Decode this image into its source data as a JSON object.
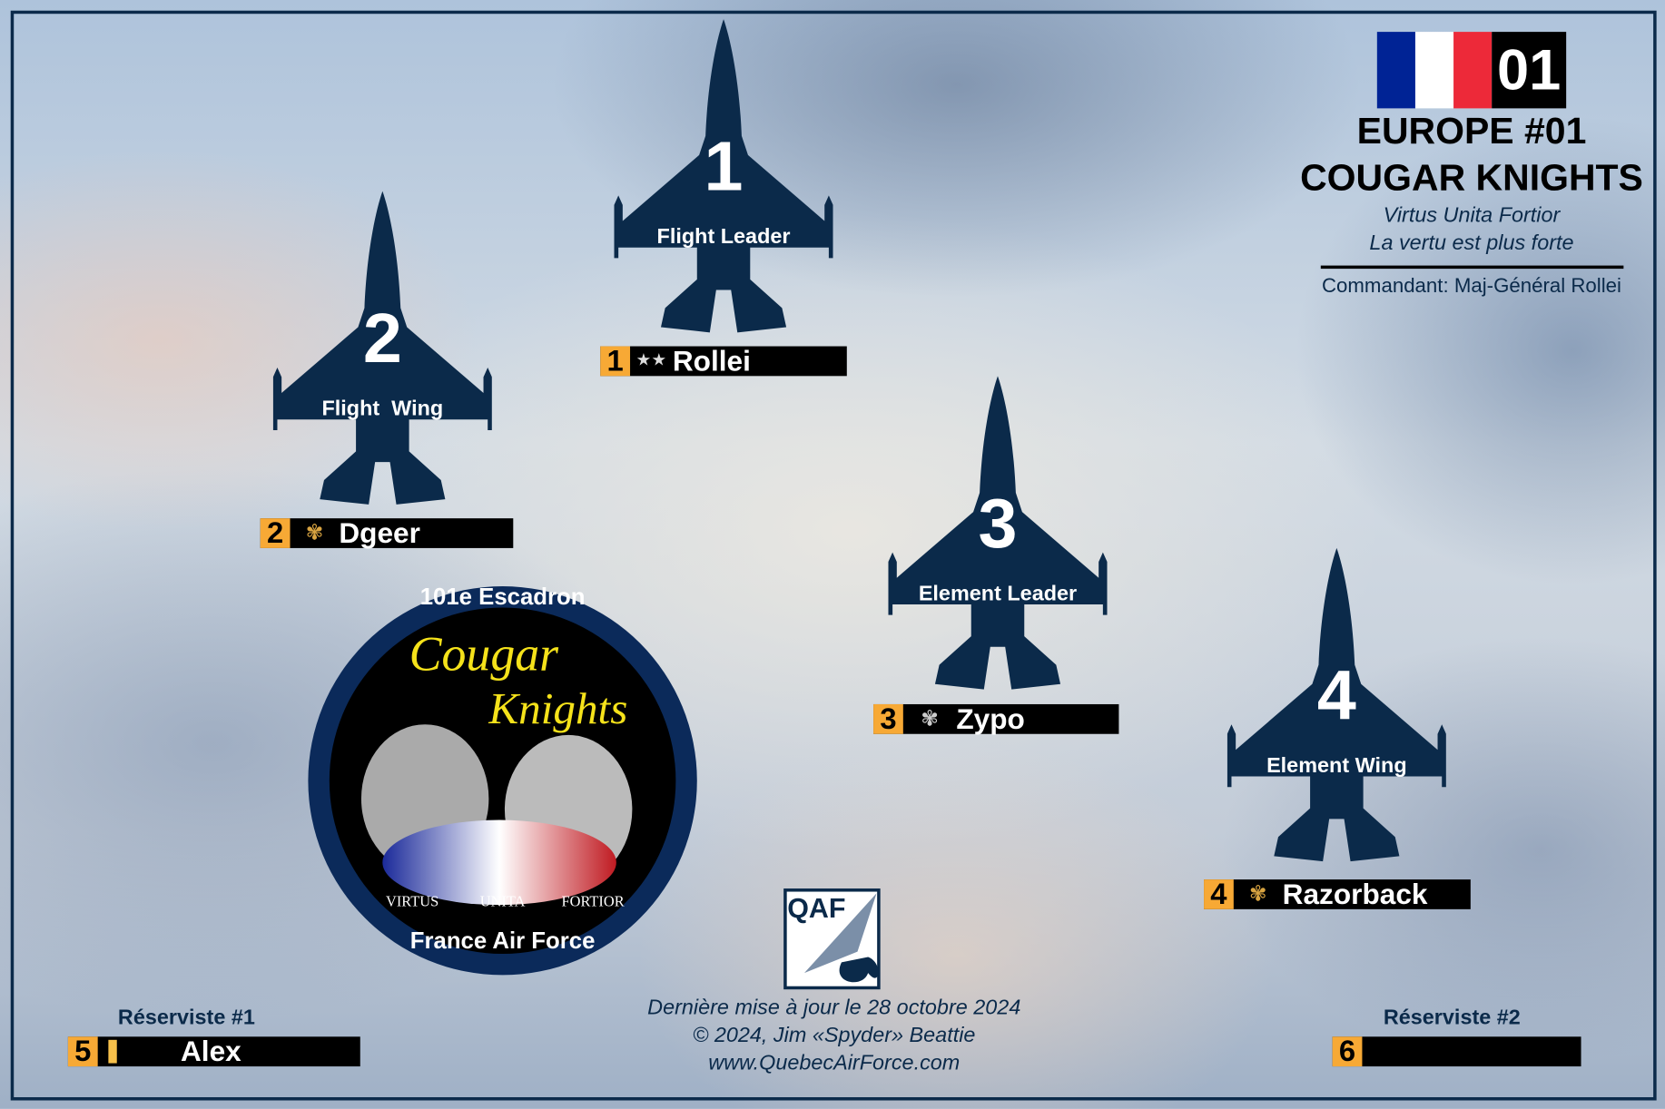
{
  "header": {
    "flag_colors": [
      "#002395",
      "#ffffff",
      "#ed2939"
    ],
    "number": "01",
    "title_line1": "EUROPE #01",
    "title_line2": "COUGAR KNIGHTS",
    "motto_latin": "Virtus Unita Fortior",
    "motto_french": "La vertu est plus forte",
    "commander": "Commandant: Maj-Général Rollei"
  },
  "planes": [
    {
      "number": "1",
      "role": "Flight Leader",
      "slot": "1",
      "insignia": "two-stars-icon",
      "insignia_glyph": "★★",
      "pilot": "Rollei"
    },
    {
      "number": "2",
      "role": "Flight  Wing",
      "slot": "2",
      "insignia": "oak-leaf-icon",
      "insignia_glyph": "✾",
      "pilot": "Dgeer"
    },
    {
      "number": "3",
      "role": "Element Leader",
      "slot": "3",
      "insignia": "silver-oak-leaf-icon",
      "insignia_glyph": "✾",
      "pilot": "Zypo"
    },
    {
      "number": "4",
      "role": "Element Wing",
      "slot": "4",
      "insignia": "oak-leaf-icon",
      "insignia_glyph": "✾",
      "pilot": "Razorback"
    }
  ],
  "reserves": [
    {
      "label": "Réserviste #1",
      "slot": "5",
      "insignia": "gold-bar-icon",
      "pilot": "Alex"
    },
    {
      "label": "Réserviste #2",
      "slot": "6",
      "pilot": ""
    }
  ],
  "badge": {
    "top": "101e Escadron",
    "name1": "Cougar",
    "name2": "Knights",
    "motto1": "VIRTUS",
    "motto2": "UNITA",
    "motto3": "FORTIOR",
    "bottom": "France Air Force"
  },
  "logo": {
    "text": "QAF"
  },
  "footer": {
    "updated": "Dernière mise à jour le 28 octobre 2024",
    "copyright": "© 2024, Jim «Spyder» Beattie",
    "website": "www.QuebecAirForce.com"
  },
  "colors": {
    "plane": "#0b2a4a",
    "slot": "#f7a935",
    "bar": "#000000"
  }
}
